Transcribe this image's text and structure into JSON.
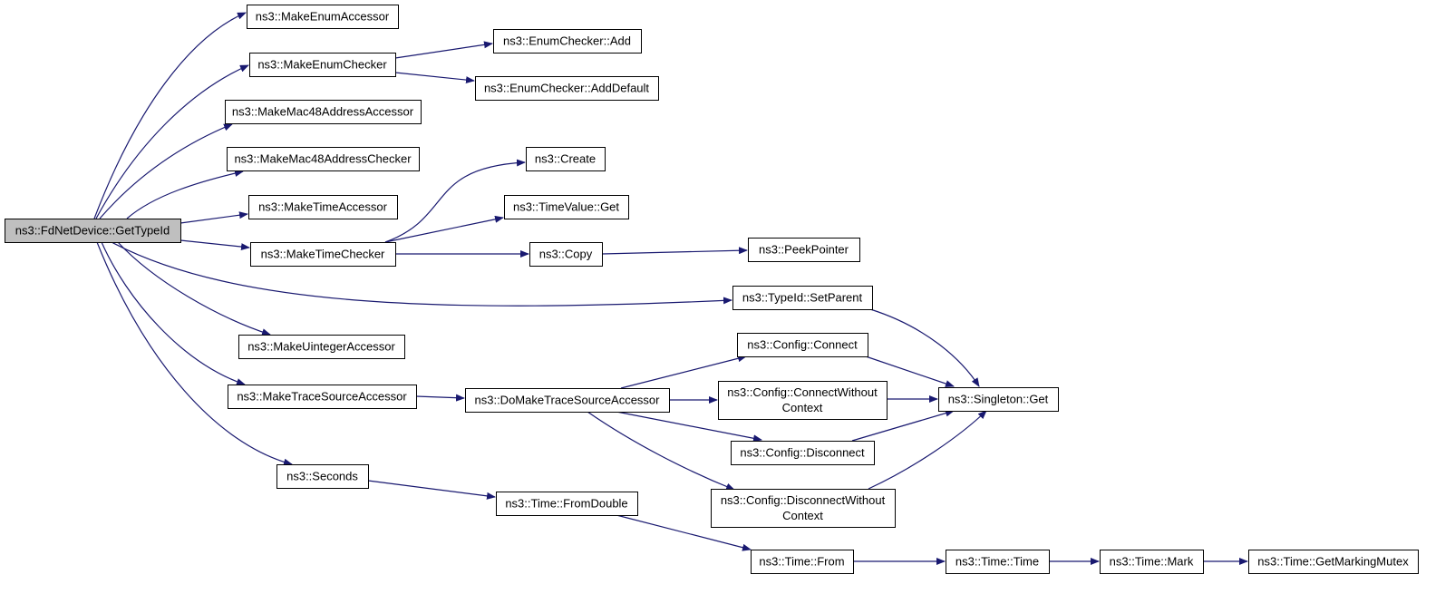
{
  "diagram": {
    "colors": {
      "edge": "#191970",
      "node_fill": "#ffffff",
      "root_fill": "#bfbfbf",
      "node_stroke": "#000000"
    },
    "nodes": [
      {
        "id": "getTypeId",
        "lines": [
          "ns3::FdNetDevice::GetTypeId"
        ],
        "root": true
      },
      {
        "id": "makeEnumAccessor",
        "lines": [
          "ns3::MakeEnumAccessor"
        ]
      },
      {
        "id": "makeEnumChecker",
        "lines": [
          "ns3::MakeEnumChecker"
        ]
      },
      {
        "id": "enumCheckerAdd",
        "lines": [
          "ns3::EnumChecker::Add"
        ]
      },
      {
        "id": "enumCheckerAddDefault",
        "lines": [
          "ns3::EnumChecker::AddDefault"
        ]
      },
      {
        "id": "makeMac48Accessor",
        "lines": [
          "ns3::MakeMac48AddressAccessor"
        ]
      },
      {
        "id": "makeMac48Checker",
        "lines": [
          "ns3::MakeMac48AddressChecker"
        ]
      },
      {
        "id": "makeTimeAccessor",
        "lines": [
          "ns3::MakeTimeAccessor"
        ]
      },
      {
        "id": "makeTimeChecker",
        "lines": [
          "ns3::MakeTimeChecker"
        ]
      },
      {
        "id": "create",
        "lines": [
          "ns3::Create"
        ]
      },
      {
        "id": "timeValueGet",
        "lines": [
          "ns3::TimeValue::Get"
        ]
      },
      {
        "id": "copy",
        "lines": [
          "ns3::Copy"
        ]
      },
      {
        "id": "peekPointer",
        "lines": [
          "ns3::PeekPointer"
        ]
      },
      {
        "id": "typeIdSetParent",
        "lines": [
          "ns3::TypeId::SetParent"
        ]
      },
      {
        "id": "makeUintegerAccessor",
        "lines": [
          "ns3::MakeUintegerAccessor"
        ]
      },
      {
        "id": "makeTraceSourceAccessor",
        "lines": [
          "ns3::MakeTraceSourceAccessor"
        ]
      },
      {
        "id": "doMakeTraceSourceAccessor",
        "lines": [
          "ns3::DoMakeTraceSourceAccessor"
        ]
      },
      {
        "id": "configConnect",
        "lines": [
          "ns3::Config::Connect"
        ]
      },
      {
        "id": "configConnectWithoutContext",
        "lines": [
          "ns3::Config::ConnectWithout",
          "Context"
        ]
      },
      {
        "id": "configDisconnect",
        "lines": [
          "ns3::Config::Disconnect"
        ]
      },
      {
        "id": "configDisconnectWithoutContext",
        "lines": [
          "ns3::Config::DisconnectWithout",
          "Context"
        ]
      },
      {
        "id": "singletonGet",
        "lines": [
          "ns3::Singleton::Get"
        ]
      },
      {
        "id": "seconds",
        "lines": [
          "ns3::Seconds"
        ]
      },
      {
        "id": "timeFromDouble",
        "lines": [
          "ns3::Time::FromDouble"
        ]
      },
      {
        "id": "timeFrom",
        "lines": [
          "ns3::Time::From"
        ]
      },
      {
        "id": "timeTime",
        "lines": [
          "ns3::Time::Time"
        ]
      },
      {
        "id": "timeMark",
        "lines": [
          "ns3::Time::Mark"
        ]
      },
      {
        "id": "timeGetMarkingMutex",
        "lines": [
          "ns3::Time::GetMarkingMutex"
        ]
      }
    ],
    "edges": [
      [
        "getTypeId",
        "makeEnumAccessor"
      ],
      [
        "getTypeId",
        "makeEnumChecker"
      ],
      [
        "getTypeId",
        "makeMac48Accessor"
      ],
      [
        "getTypeId",
        "makeMac48Checker"
      ],
      [
        "getTypeId",
        "makeTimeAccessor"
      ],
      [
        "getTypeId",
        "makeTimeChecker"
      ],
      [
        "getTypeId",
        "typeIdSetParent"
      ],
      [
        "getTypeId",
        "makeUintegerAccessor"
      ],
      [
        "getTypeId",
        "makeTraceSourceAccessor"
      ],
      [
        "getTypeId",
        "seconds"
      ],
      [
        "makeEnumChecker",
        "enumCheckerAdd"
      ],
      [
        "makeEnumChecker",
        "enumCheckerAddDefault"
      ],
      [
        "makeTimeChecker",
        "create"
      ],
      [
        "makeTimeChecker",
        "timeValueGet"
      ],
      [
        "makeTimeChecker",
        "copy"
      ],
      [
        "copy",
        "peekPointer"
      ],
      [
        "typeIdSetParent",
        "singletonGet"
      ],
      [
        "makeTraceSourceAccessor",
        "doMakeTraceSourceAccessor"
      ],
      [
        "doMakeTraceSourceAccessor",
        "configConnect"
      ],
      [
        "doMakeTraceSourceAccessor",
        "configConnectWithoutContext"
      ],
      [
        "doMakeTraceSourceAccessor",
        "configDisconnect"
      ],
      [
        "doMakeTraceSourceAccessor",
        "configDisconnectWithoutContext"
      ],
      [
        "configConnect",
        "singletonGet"
      ],
      [
        "configConnectWithoutContext",
        "singletonGet"
      ],
      [
        "configDisconnect",
        "singletonGet"
      ],
      [
        "configDisconnectWithoutContext",
        "singletonGet"
      ],
      [
        "seconds",
        "timeFromDouble"
      ],
      [
        "timeFromDouble",
        "timeFrom"
      ],
      [
        "timeFrom",
        "timeTime"
      ],
      [
        "timeTime",
        "timeMark"
      ],
      [
        "timeMark",
        "timeGetMarkingMutex"
      ]
    ]
  }
}
